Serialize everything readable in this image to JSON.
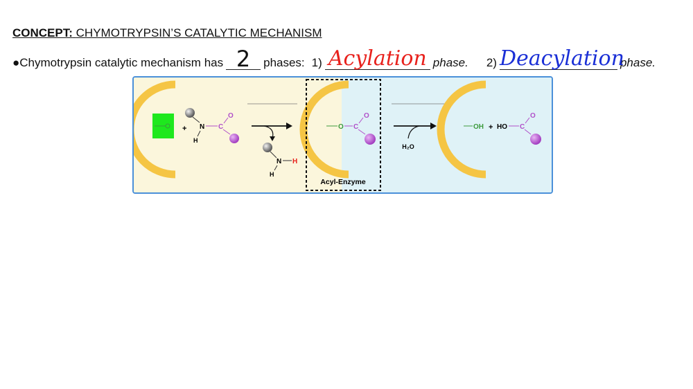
{
  "header": {
    "concept_label": "CONCEPT:",
    "concept_title": "CHYMOTRYPSIN’S CATALYTIC MECHANISM"
  },
  "statement": {
    "bullet": "●",
    "prefix": "Chymotrypsin catalytic mechanism has",
    "answer_count": "2",
    "phases_text": "phases:",
    "item1_num": "1)",
    "answer_phase1": "Acylation",
    "phase_word1": "phase.",
    "item2_num": "2)",
    "answer_phase2": "Deacylation",
    "phase_word2": "phase."
  },
  "diagram": {
    "reactant_plus": "+",
    "reactant_n": "N",
    "reactant_h": "H",
    "reactant_c": "C",
    "reactant_o": "O",
    "enzyme_o": "O",
    "leaving_n": "N",
    "leaving_h_red": "H",
    "leaving_h": "H",
    "acyl_o": "O",
    "acyl_c": "C",
    "acyl_o2": "O",
    "acyl_label": "Acyl-Enzyme",
    "water": "H₂O",
    "product_oh": "OH",
    "product_plus": "+",
    "product_ho": "HO",
    "product_c": "C",
    "product_o": "O"
  },
  "colors": {
    "handwriting_red": "#e8211c",
    "handwriting_blue": "#1a2fd6",
    "enzyme": "#f5c544",
    "acyl_purple": "#b04fc9",
    "bond_green": "#3c9a3c",
    "panel_left": "#fbf6dc",
    "panel_right": "#dff2f7",
    "highlight": "#1ee81e"
  }
}
